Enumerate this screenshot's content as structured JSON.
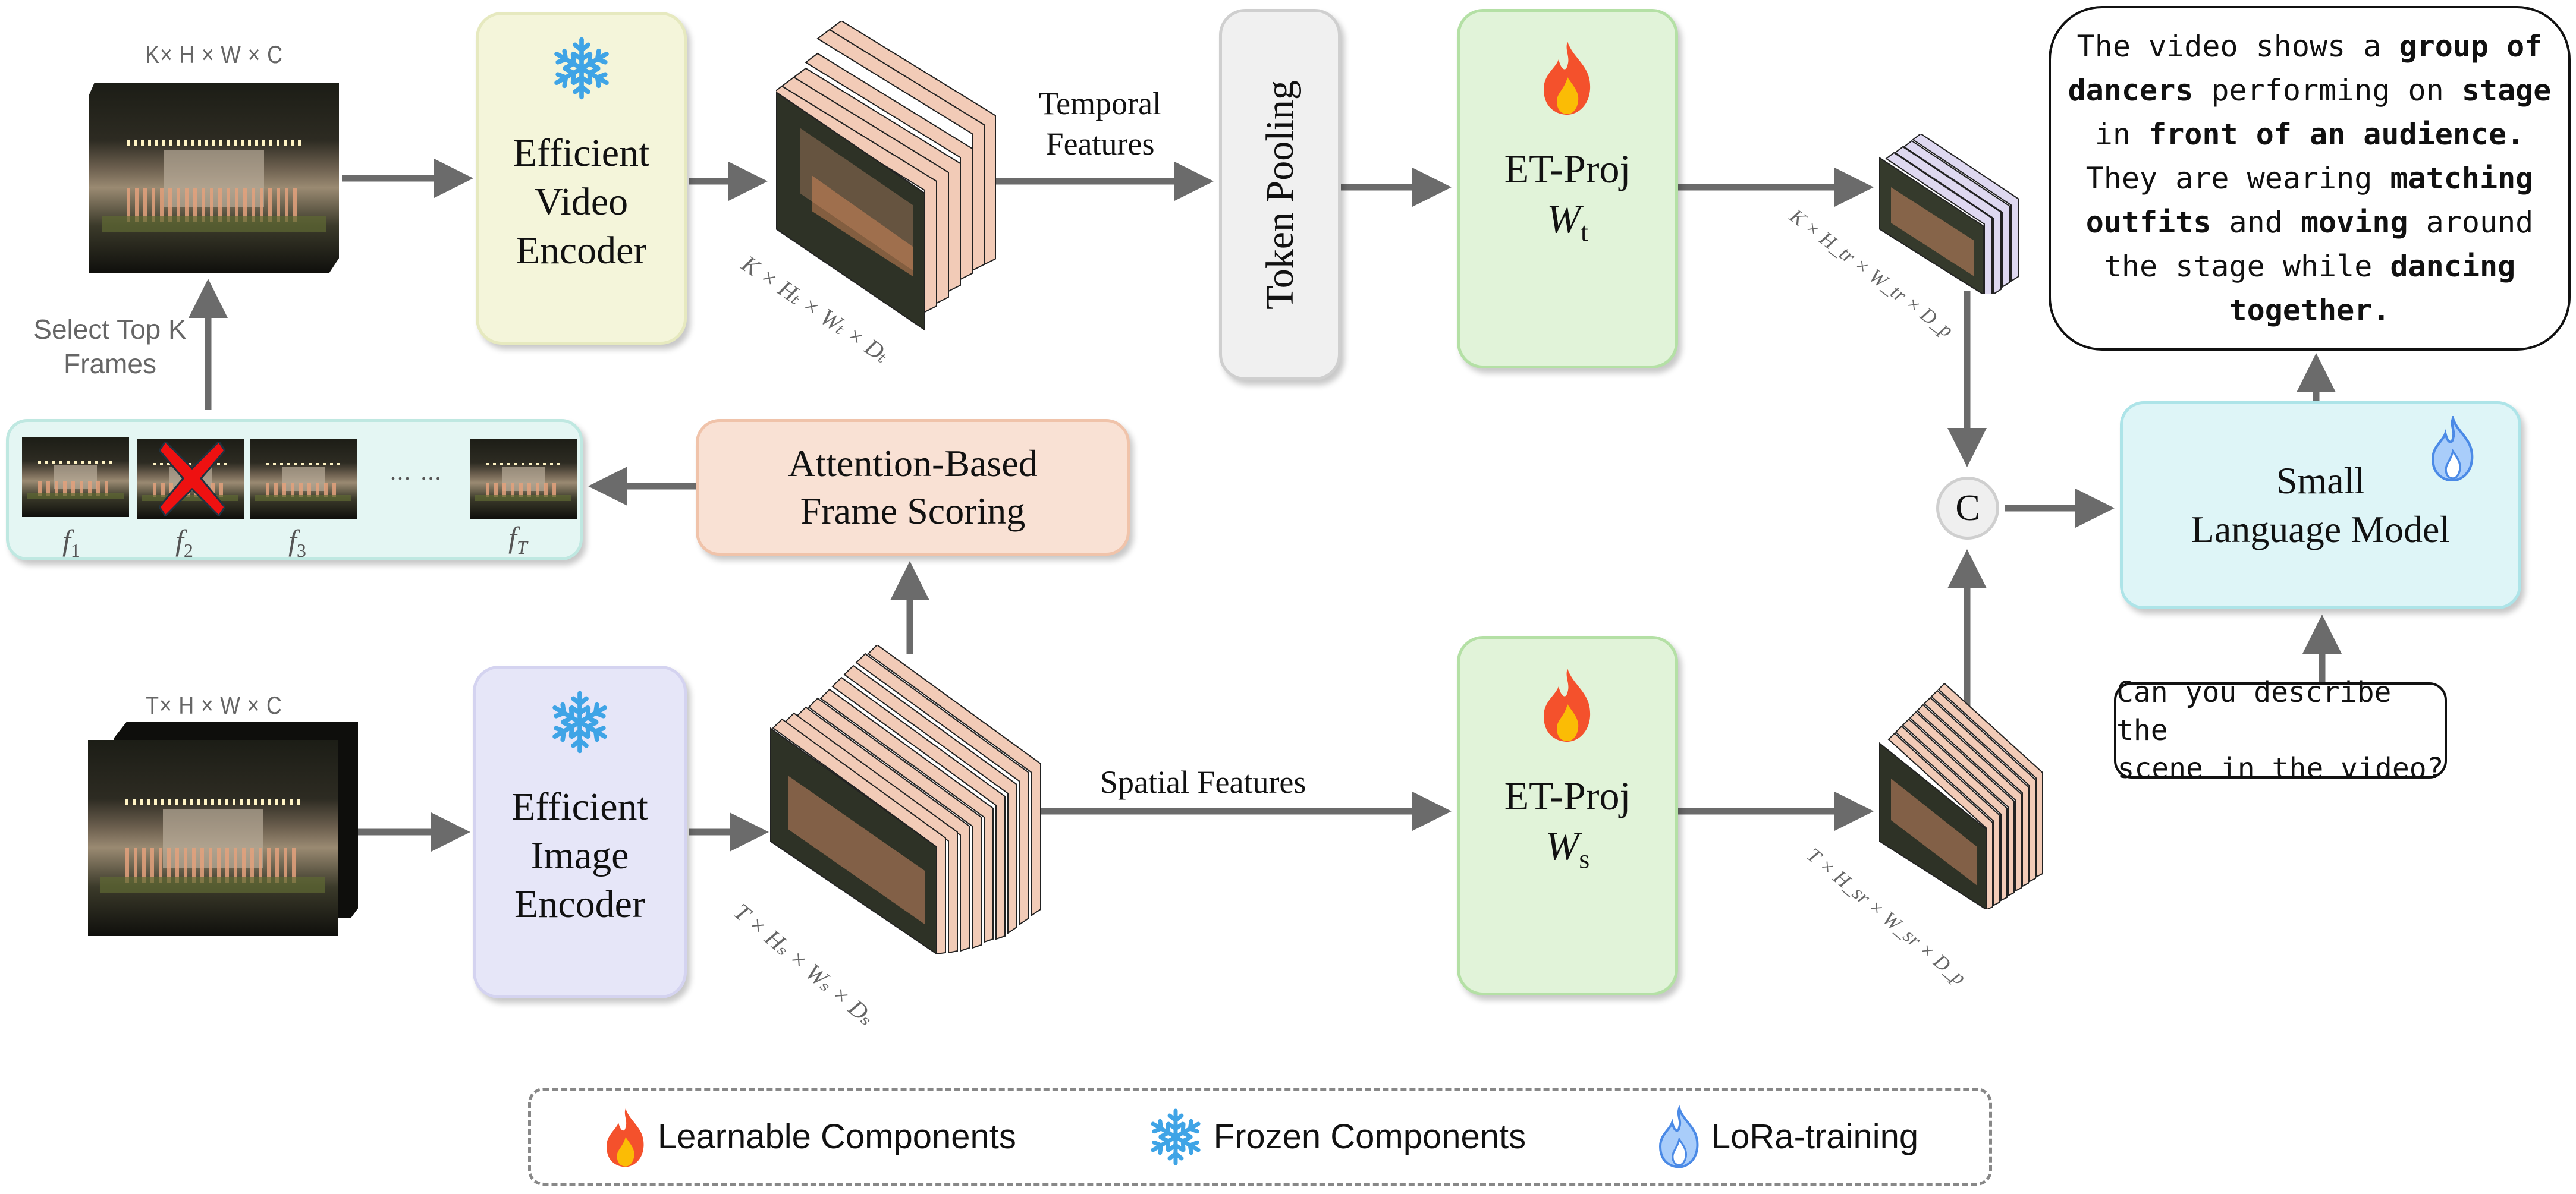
{
  "top_branch": {
    "input_dims": "K× H × W × C",
    "encoder_title": [
      "Efficient",
      "Video",
      "Encoder"
    ],
    "encoder_status_icon": "snowflake-icon",
    "feature_dims": "K × Hₜ × Wₜ × Dₜ",
    "edge_label": [
      "Temporal",
      "Features"
    ],
    "pooling_title": "Token Pooling",
    "projector_title": "ET-Proj",
    "projector_weight": "W",
    "projector_weight_sub": "t",
    "projector_status_icon": "flame-icon",
    "output_dims": "K × H_tr × W_tr × D_p"
  },
  "frame_selection": {
    "select_label": [
      "Select Top K",
      "Frames"
    ],
    "frames": [
      {
        "label": "f",
        "sub": "1",
        "rejected": false
      },
      {
        "label": "f",
        "sub": "2",
        "rejected": true
      },
      {
        "label": "f",
        "sub": "3",
        "rejected": false
      },
      {
        "label": "f",
        "sub": "T",
        "rejected": false
      }
    ],
    "ellipsis": "… …",
    "scoring_title": [
      "Attention-Based",
      "Frame Scoring"
    ]
  },
  "bottom_branch": {
    "input_dims": "T× H × W × C",
    "encoder_title": [
      "Efficient",
      "Image",
      "Encoder"
    ],
    "encoder_status_icon": "snowflake-icon",
    "feature_dims": "T × Hₛ × Wₛ × Dₛ",
    "edge_label": "Spatial Features",
    "projector_title": "ET-Proj",
    "projector_weight": "W",
    "projector_weight_sub": "s",
    "projector_status_icon": "flame-icon",
    "output_dims": "T × H_sr × W_sr × D_p"
  },
  "fusion": {
    "concat_symbol": "C"
  },
  "language_model": {
    "title": [
      "Small",
      "Language Model"
    ],
    "status_icon": "lora-flame-icon",
    "question": [
      "Can you describe the",
      "scene in the video?"
    ],
    "answer": [
      [
        {
          "t": "The video shows a ",
          "b": false
        },
        {
          "t": "group of",
          "b": true
        }
      ],
      [
        {
          "t": "dancers",
          "b": true
        },
        {
          "t": " performing on ",
          "b": false
        },
        {
          "t": "stage",
          "b": true
        }
      ],
      [
        {
          "t": "in ",
          "b": false
        },
        {
          "t": "front of an audience.",
          "b": true
        }
      ],
      [
        {
          "t": "They are wearing ",
          "b": false
        },
        {
          "t": "matching",
          "b": true
        }
      ],
      [
        {
          "t": "outfits",
          "b": true
        },
        {
          "t": " and ",
          "b": false
        },
        {
          "t": "moving",
          "b": true
        },
        {
          "t": " around",
          "b": false
        }
      ],
      [
        {
          "t": "the stage while ",
          "b": false
        },
        {
          "t": "dancing",
          "b": true
        }
      ],
      [
        {
          "t": "together.",
          "b": true
        }
      ]
    ]
  },
  "legend": {
    "items": [
      {
        "icon": "flame-icon",
        "label": "Learnable Components"
      },
      {
        "icon": "snowflake-icon",
        "label": "Frozen Components"
      },
      {
        "icon": "lora-flame-icon",
        "label": "LoRa-training"
      }
    ]
  },
  "colors": {
    "video_encoder_bg": "#f4f5da",
    "video_encoder_border": "#e6e9bf",
    "image_encoder_bg": "#e6e6f8",
    "image_encoder_border": "#d4d3f0",
    "pooling_bg": "#f0f0f0",
    "pooling_border": "#cfcfcf",
    "projector_bg": "#e1f3d9",
    "projector_border": "#b4e0a5",
    "scoring_bg": "#f9e1d4",
    "scoring_border": "#f0c3aa",
    "strip_bg": "#e4f6f3",
    "strip_border": "#bfe8e1",
    "slm_bg": "#def5f7",
    "slm_border": "#ade4e8",
    "arrow": "#6b6b6b",
    "snowflake": "#3fa4e6",
    "flame_outer": "#f4512c",
    "flame_inner": "#fbbc05",
    "lora_flame": "#4b8ae6",
    "slab_top_warm": "#f2cbb7",
    "slab_top_cool": "#ded8f0",
    "reject_x": "#ee1111"
  }
}
